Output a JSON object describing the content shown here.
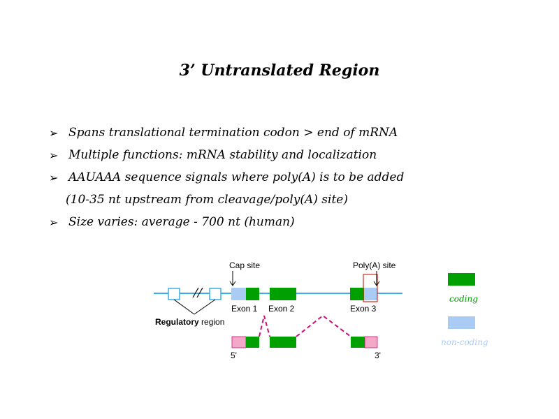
{
  "slide": {
    "title": "3’ Untranslated Region",
    "bullets": [
      "Spans translational termination codon > end of mRNA",
      "Multiple functions: mRNA stability and localization",
      "AAUAAA sequence signals where poly(A) is to be added",
      "(10-35 nt upstream from cleavage/poly(A) site)",
      "Size varies: average - 700 nt (human)"
    ],
    "bullet_marker": "➢"
  },
  "diagram": {
    "cap_site": "Cap site",
    "polya_site": "Poly(A) site",
    "exon1": "Exon 1",
    "exon2": "Exon 2",
    "exon3": "Exon 3",
    "regulatory_bold": "Regulatory",
    "regulatory_rest": " region",
    "five_prime": "5'",
    "three_prime": "3'",
    "colors": {
      "coding": "#00a000",
      "noncoding": "#aaccf4",
      "utr_mrna": "#f4a8c8",
      "line": "#3aaee8",
      "splice": "#cc1177",
      "polya_box": "#c83020"
    }
  },
  "legend": {
    "coding_label": "coding",
    "noncoding_label": "non-coding",
    "coding_color": "#00a000",
    "noncoding_color": "#aaccf4"
  }
}
